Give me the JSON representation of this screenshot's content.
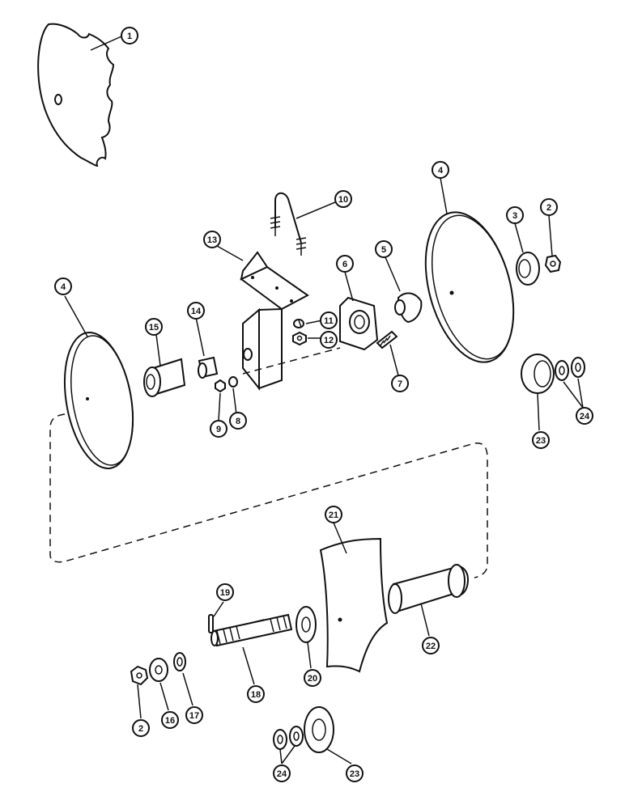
{
  "diagram": {
    "callouts": {
      "c1": "1",
      "c4a": "4",
      "c4b": "4",
      "c2a": "2",
      "c3": "3",
      "c10": "10",
      "c13": "13",
      "c5": "5",
      "c6": "6",
      "c11": "11",
      "c12": "12",
      "c7": "7",
      "c14": "14",
      "c15": "15",
      "c9": "9",
      "c8": "8",
      "c23a": "23",
      "c24a": "24",
      "c21": "21",
      "c22": "22",
      "c19": "19",
      "c18": "18",
      "c20": "20",
      "c2b": "2",
      "c16": "16",
      "c17": "17",
      "c24b": "24",
      "c23b": "23"
    }
  }
}
